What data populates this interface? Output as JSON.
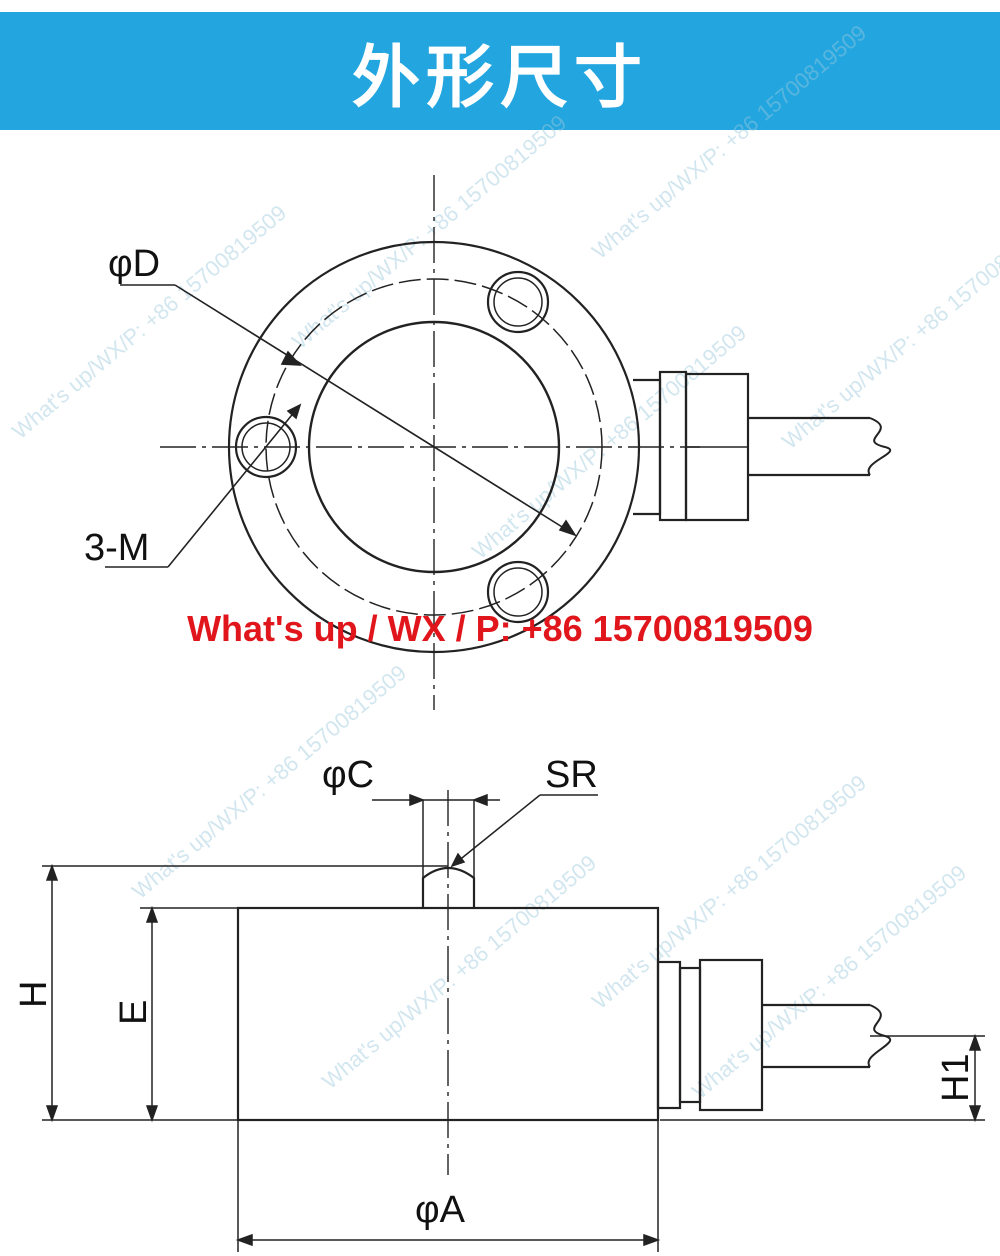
{
  "header": {
    "title": "外形尺寸"
  },
  "labels": {
    "phiD": "φD",
    "threeM": "3-M",
    "phiC": "φC",
    "SR": "SR",
    "H": "H",
    "E": "E",
    "H1": "H1",
    "phiA": "φA"
  },
  "watermark": {
    "main": "What's up / WX / P: +86 15700819509",
    "tile": "What's up/WX/P: +86 15700819509"
  },
  "colors": {
    "header_bg": "#23a6e0",
    "watermark_red": "#e0161c"
  }
}
